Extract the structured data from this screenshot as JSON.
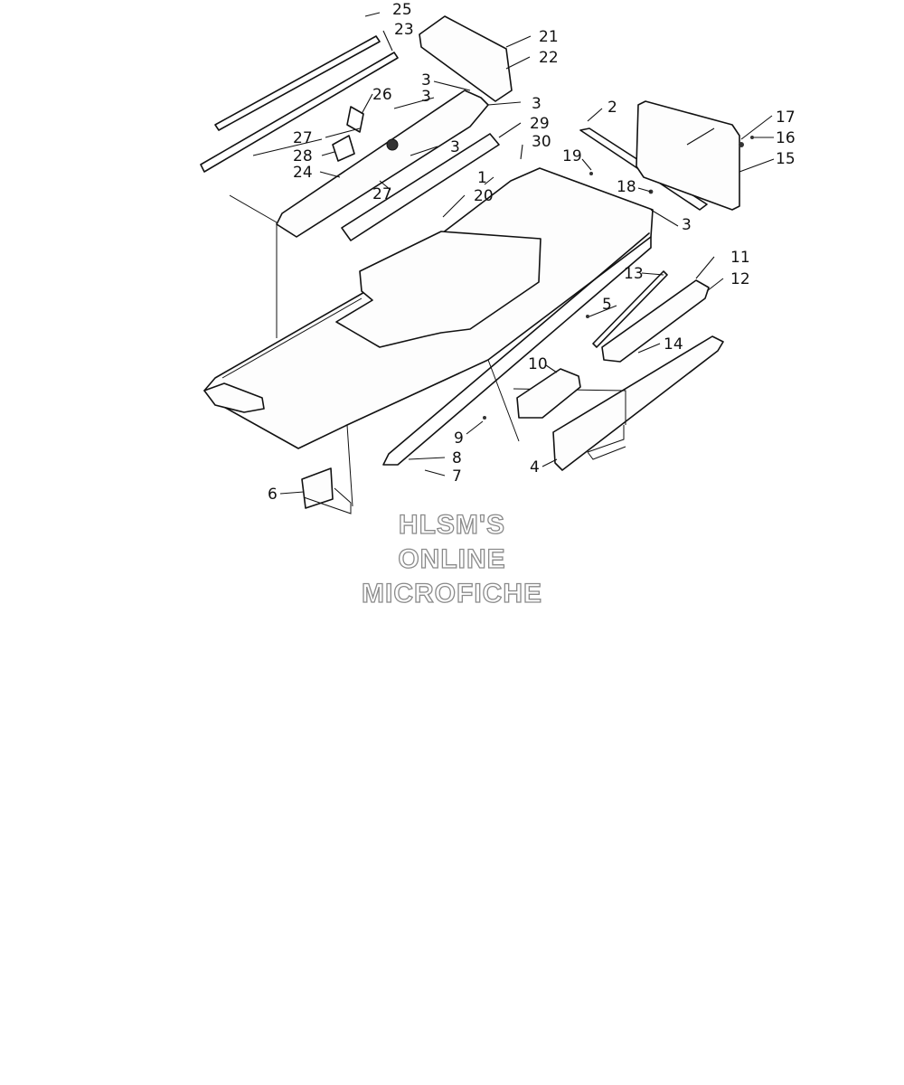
{
  "callouts": {
    "n1": "1",
    "n2": "2",
    "n3a": "3",
    "n3b": "3",
    "n3c": "3",
    "n3d": "3",
    "n3e": "3",
    "n4": "4",
    "n5": "5",
    "n6": "6",
    "n7": "7",
    "n8": "8",
    "n9": "9",
    "n10": "10",
    "n11": "11",
    "n12": "12",
    "n13": "13",
    "n14": "14",
    "n15": "15",
    "n16": "16",
    "n17": "17",
    "n18": "18",
    "n19": "19",
    "n20": "20",
    "n21": "21",
    "n22": "22",
    "n23": "23",
    "n24": "24",
    "n25": "25",
    "n26": "26",
    "n27a": "27",
    "n27b": "27",
    "n28": "28",
    "n29": "29",
    "n30": "30"
  },
  "watermark": {
    "line1": "HLSM'S",
    "line2": "ONLINE",
    "line3": "MICROFICHE"
  }
}
